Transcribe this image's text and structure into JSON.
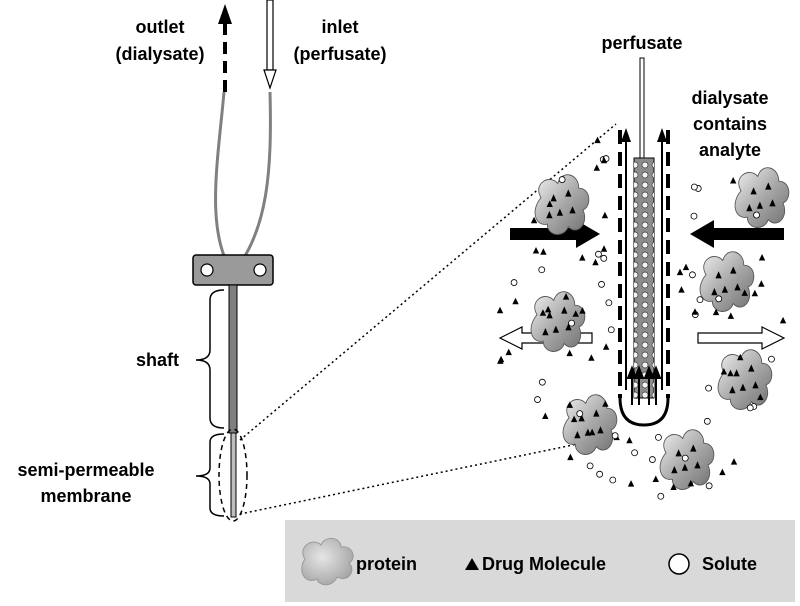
{
  "labels": {
    "outlet_line1": "outlet",
    "outlet_line2": "(dialysate)",
    "inlet_line1": "inlet",
    "inlet_line2": "(perfusate)",
    "shaft": "shaft",
    "membrane_line1": "semi-permeable",
    "membrane_line2": "membrane",
    "perfusate": "perfusate",
    "dialysate_line1": "dialysate",
    "dialysate_line2": "contains",
    "dialysate_line3": "analyte"
  },
  "legend": {
    "protein": "protein",
    "drug": "Drug Molecule",
    "solute": "Solute"
  },
  "icons": {
    "protein": "protein-blob-icon",
    "drug": "triangle-icon",
    "solute": "circle-icon"
  },
  "colors": {
    "legend_bg": "#d9d9d9",
    "probe_fill": "#8c8c8c",
    "tubing": "#808080",
    "protein_fill": "#c8c8c8"
  }
}
